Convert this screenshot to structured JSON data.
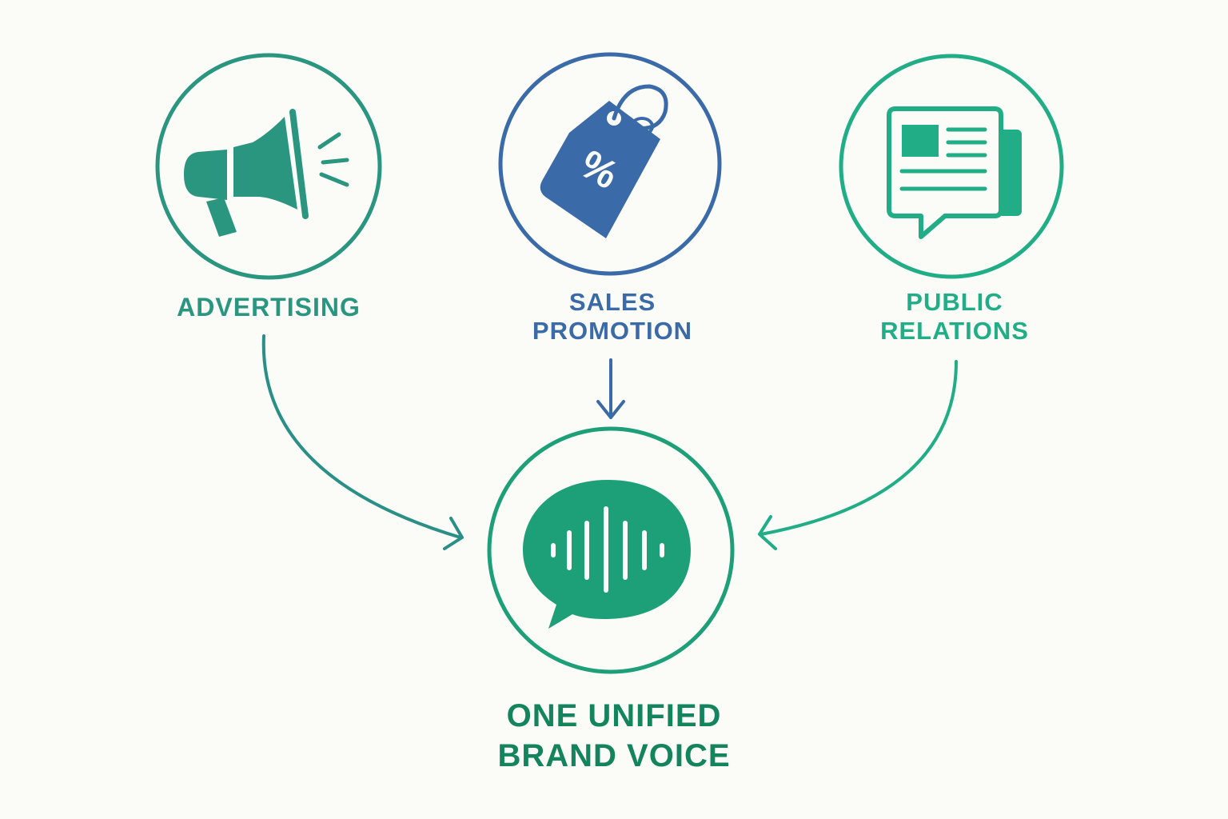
{
  "colors": {
    "background": "#fbfbf7",
    "advertising": "#2a9680",
    "sales_promotion": "#3a6aa8",
    "public_relations": "#21ae86",
    "unified": "#1d9f78",
    "unified_text": "#14845f"
  },
  "nodes": {
    "advertising": {
      "lines": [
        "ADVERTISING"
      ],
      "icon": "megaphone-icon"
    },
    "sales_promotion": {
      "lines": [
        "SALES",
        "PROMOTION"
      ],
      "icon": "price-tag-percent-icon"
    },
    "public_relations": {
      "lines": [
        "PUBLIC",
        "RELATIONS"
      ],
      "icon": "newspaper-speech-icon"
    },
    "unified": {
      "lines": [
        "ONE UNIFIED",
        "BRAND VOICE"
      ],
      "icon": "voice-bubble-icon"
    }
  },
  "edges": [
    {
      "from": "advertising",
      "to": "unified"
    },
    {
      "from": "sales_promotion",
      "to": "unified"
    },
    {
      "from": "public_relations",
      "to": "unified"
    }
  ]
}
